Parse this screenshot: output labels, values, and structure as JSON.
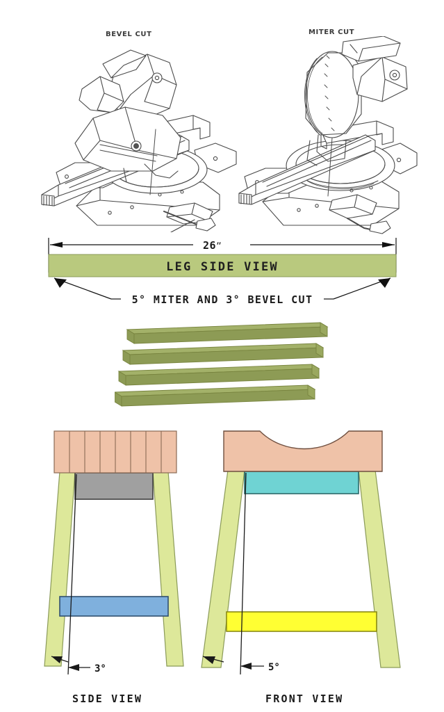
{
  "document": {
    "type": "woodworking-plan",
    "title": "Bar Stool Leg Cutting Plan"
  },
  "saws": {
    "bevel": {
      "label": "BEVEL CUT",
      "icon": "miter-saw-bevel-icon"
    },
    "miter": {
      "label": "MITER CUT",
      "icon": "miter-saw-miter-icon"
    }
  },
  "leg_diagram": {
    "dimension_label": "26ʺ",
    "board_label": "LEG SIDE VIEW",
    "cut_note": "5° MITER AND 3° BEVEL CUT",
    "board_color": "#b9c97e",
    "leg_count": 4,
    "leg_3d_color_top": "#9aa85f",
    "leg_3d_color_face": "#8d9b55"
  },
  "views": {
    "side": {
      "caption": "SIDE VIEW",
      "angle_label": "3°",
      "seat_color": "#efc2a8",
      "seat_slats": 8,
      "apron_color": "#a0a0a0",
      "stretcher_color": "#7fb0dd",
      "leg_color": "#dde89a"
    },
    "front": {
      "caption": "FRONT VIEW",
      "angle_label": "5°",
      "seat_color": "#efc2a8",
      "seat_shape": "concave-scoop",
      "apron_color": "#6fd3d3",
      "stretcher_color": "#ffff33",
      "leg_color": "#dde89a"
    }
  },
  "colors": {
    "line": "#4a4a4a",
    "dim_line": "#111111",
    "background": "#ffffff"
  }
}
